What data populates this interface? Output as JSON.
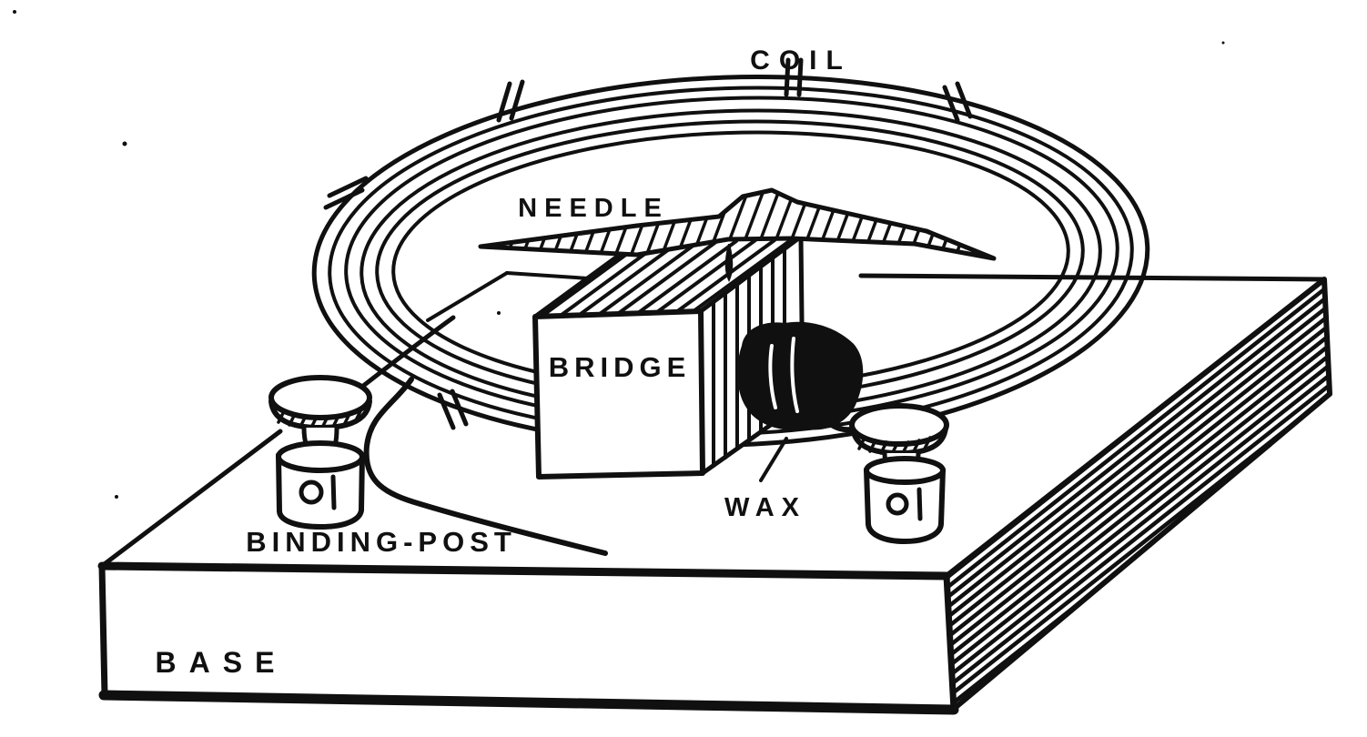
{
  "labels": {
    "coil": "COIL",
    "needle": "NEEDLE",
    "bridge": "BRIDGE",
    "wax": "WAX",
    "binding_post": "BINDING-POST",
    "base": "BASE"
  },
  "colors": {
    "ink": "#101010",
    "paper": "#ffffff"
  }
}
